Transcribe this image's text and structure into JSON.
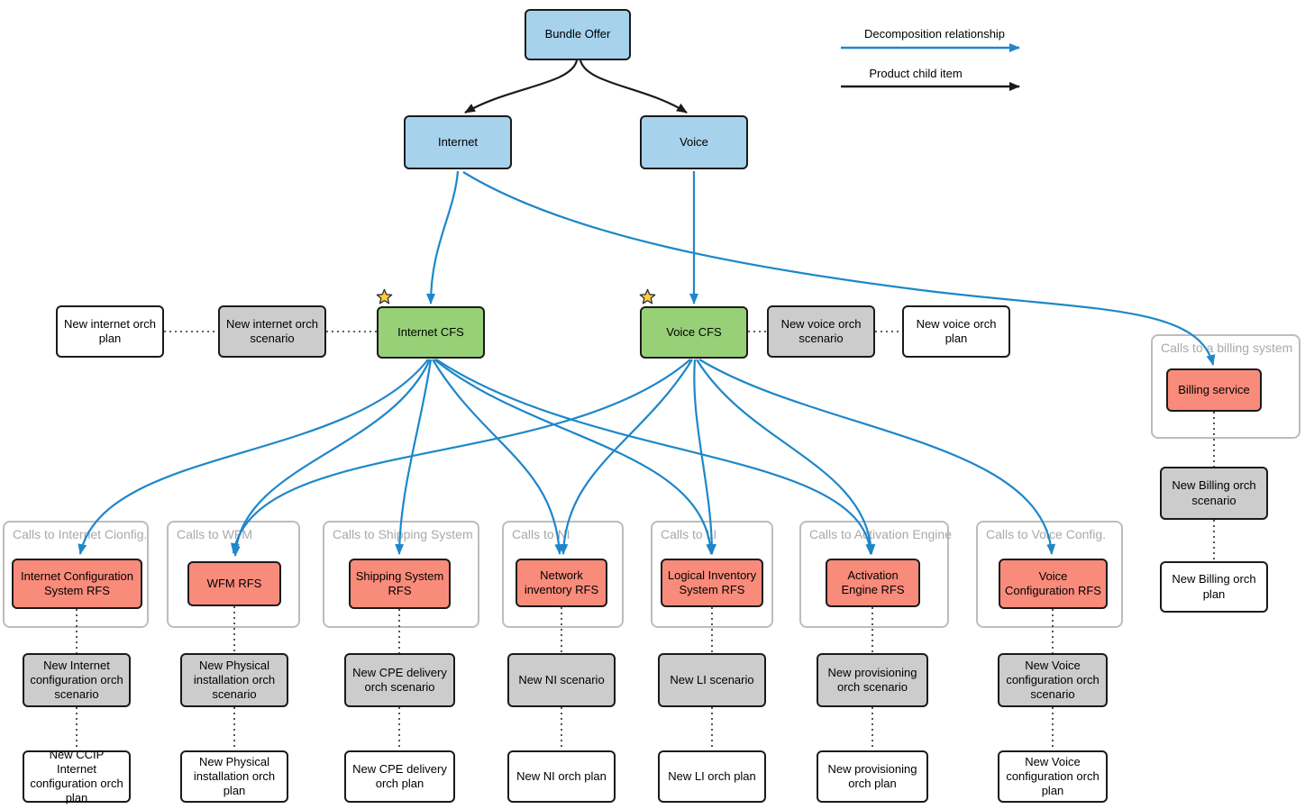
{
  "legend": {
    "decomposition_label": "Decomposition relationship",
    "product_child_label": "Product child item"
  },
  "nodes": {
    "bundle_offer": "Bundle Offer",
    "internet": "Internet",
    "voice": "Voice",
    "internet_cfs": "Internet CFS",
    "voice_cfs": "Voice CFS",
    "internet_orch_scenario": "New internet orch scenario",
    "internet_orch_plan": "New internet orch plan",
    "voice_orch_scenario": "New voice orch scenario",
    "voice_orch_plan": "New voice orch plan"
  },
  "billing": {
    "container_label": "Calls to  a billing system",
    "service": "Billing service",
    "scenario": "New Billing orch scenario",
    "plan": "New Billing orch plan"
  },
  "rfs_columns": [
    {
      "container_label": "Calls to Internet  Cionfig.",
      "rfs": "Internet Configuration System RFS",
      "scenario": "New Internet configuration orch scenario",
      "plan": "New CCIP Internet configuration orch plan"
    },
    {
      "container_label": "Calls to WFM",
      "rfs": "WFM RFS",
      "scenario": "New Physical installation orch scenario",
      "plan": "New Physical installation orch plan"
    },
    {
      "container_label": "Calls to  Shipping System",
      "rfs": "Shipping System RFS",
      "scenario": "New CPE delivery orch scenario",
      "plan": "New CPE delivery orch plan"
    },
    {
      "container_label": "Calls to NI",
      "rfs": "Network inventory RFS",
      "scenario": "New NI scenario",
      "plan": "New NI orch plan"
    },
    {
      "container_label": "Calls to LI",
      "rfs": "Logical Inventory System RFS",
      "scenario": "New LI scenario",
      "plan": "New LI orch plan"
    },
    {
      "container_label": "Calls to Activation Engine",
      "rfs": "Activation Engine RFS",
      "scenario": "New provisioning orch scenario",
      "plan": "New provisioning orch plan"
    },
    {
      "container_label": "Calls to Voice Config.",
      "rfs": "Voice Configuration RFS",
      "scenario": "New Voice configuration orch scenario",
      "plan": "New  Voice configuration orch plan"
    }
  ],
  "icons": {
    "cfs_marker": "star-icon"
  },
  "colors": {
    "product_box": "#A6D2EC",
    "cfs_box": "#97D077",
    "rfs_box": "#F98B7B",
    "scenario_box": "#CCCCCC",
    "plan_box": "#FFFFFF",
    "decomposition_arrow": "#1E87C9",
    "product_child_arrow": "#1A1A1A"
  },
  "edges": {
    "product_child": [
      [
        "Bundle Offer",
        "Internet"
      ],
      [
        "Bundle Offer",
        "Voice"
      ]
    ],
    "decomposition": [
      [
        "Internet",
        "Internet CFS"
      ],
      [
        "Internet",
        "Billing service"
      ],
      [
        "Voice",
        "Voice CFS"
      ],
      [
        "Internet CFS",
        "Internet Configuration System RFS"
      ],
      [
        "Internet CFS",
        "WFM RFS"
      ],
      [
        "Internet CFS",
        "Shipping System RFS"
      ],
      [
        "Internet CFS",
        "Network inventory RFS"
      ],
      [
        "Internet CFS",
        "Logical Inventory System RFS"
      ],
      [
        "Internet CFS",
        "Activation Engine RFS"
      ],
      [
        "Voice CFS",
        "WFM RFS"
      ],
      [
        "Voice CFS",
        "Network inventory RFS"
      ],
      [
        "Voice CFS",
        "Logical Inventory System RFS"
      ],
      [
        "Voice CFS",
        "Activation Engine RFS"
      ],
      [
        "Voice CFS",
        "Voice Configuration RFS"
      ]
    ]
  }
}
